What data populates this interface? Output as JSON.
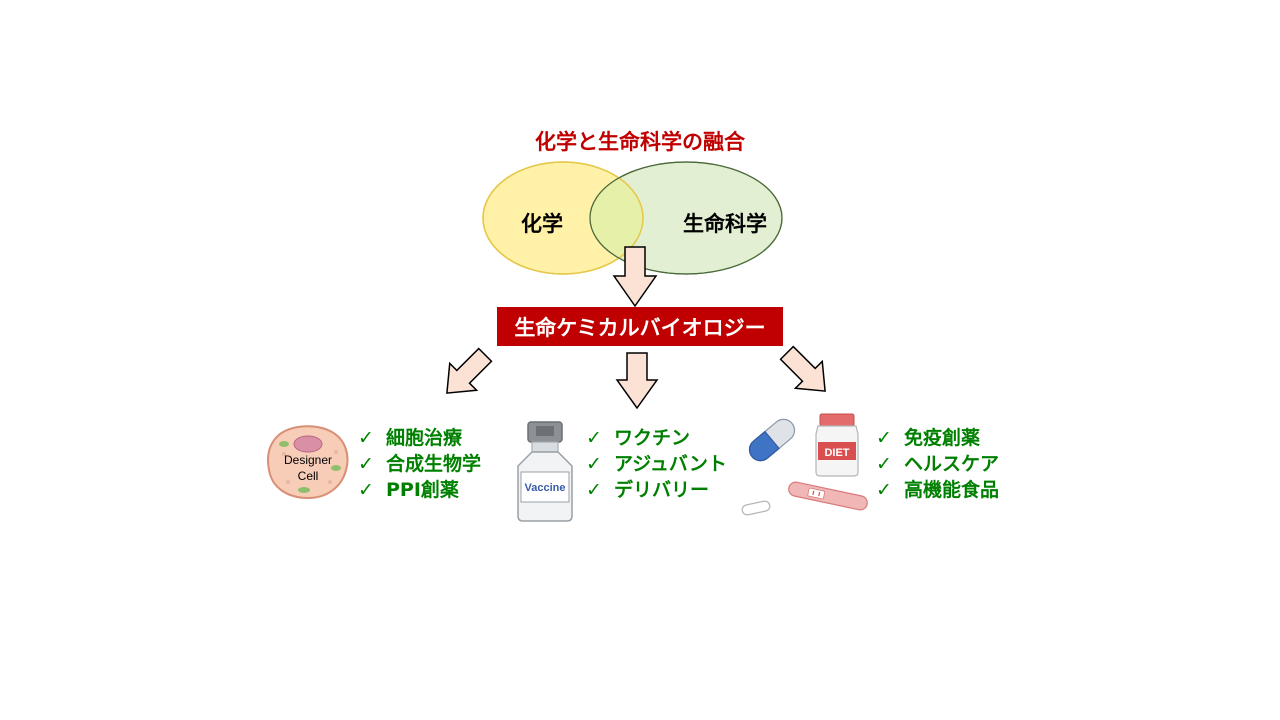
{
  "title": "化学と生命科学の融合",
  "venn": {
    "left_label": "化学",
    "right_label": "生命科学",
    "colors": {
      "left_fill": "#fff2a8",
      "left_stroke": "#e6c84a",
      "right_fill": "#e3efd2",
      "right_stroke": "#4a6a3a",
      "overlap_fill": "#e6f0a8"
    }
  },
  "center_band": {
    "label": "生命ケミカルバイオロジー",
    "color": "#c00000"
  },
  "arrow_colors": {
    "fill": "#fbe2d5",
    "stroke": "#000000"
  },
  "check_icon": "check-mark-icon",
  "columns": [
    {
      "illustration": {
        "icon": "designer-cell-icon",
        "text_line1": "Designer",
        "text_line2": "Cell"
      },
      "items": [
        "細胞治療",
        "合成生物学",
        "PPI創薬"
      ]
    },
    {
      "illustration": {
        "icon": "vaccine-bottle-icon",
        "text": "Vaccine"
      },
      "items": [
        "ワクチン",
        "アジュバント",
        "デリバリー"
      ]
    },
    {
      "illustration": {
        "icon": "healthcare-products-icon",
        "text": "DIET"
      },
      "items": [
        "免疫創薬",
        "ヘルスケア",
        "高機能食品"
      ]
    }
  ],
  "text_colors": {
    "title": "#c00000",
    "list": "#008000"
  }
}
